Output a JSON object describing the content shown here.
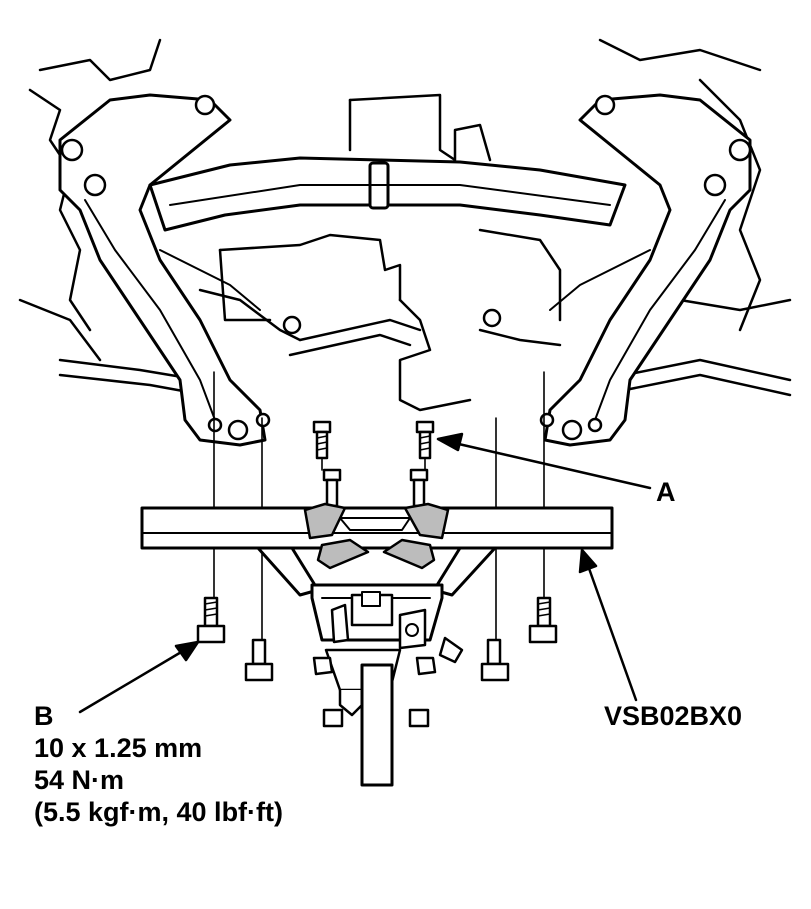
{
  "callouts": {
    "a": "A",
    "b": "B"
  },
  "bolt_b_spec": {
    "size": "10 x 1.25 mm",
    "torque_nm": "54 N·m",
    "torque_alt": "(5.5 kgf·m, 40 lbf·ft)"
  },
  "drawing_code": "VSB02BX0",
  "colors": {
    "ink": "#000000",
    "paper": "#ffffff",
    "shade": "#bcbcbc"
  }
}
